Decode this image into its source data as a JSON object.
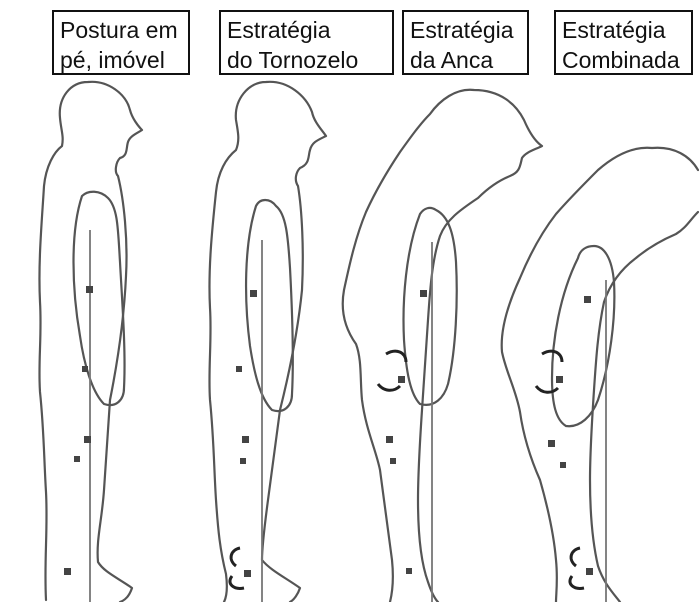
{
  "panels": [
    {
      "line1": "Postura em",
      "line2": "pé, imóvel"
    },
    {
      "line1": "Estratégia",
      "line2": "do Tornozelo"
    },
    {
      "line1": "Estratégia",
      "line2": "da Anca"
    },
    {
      "line1": "Estratégia",
      "line2": "Combinada"
    }
  ]
}
